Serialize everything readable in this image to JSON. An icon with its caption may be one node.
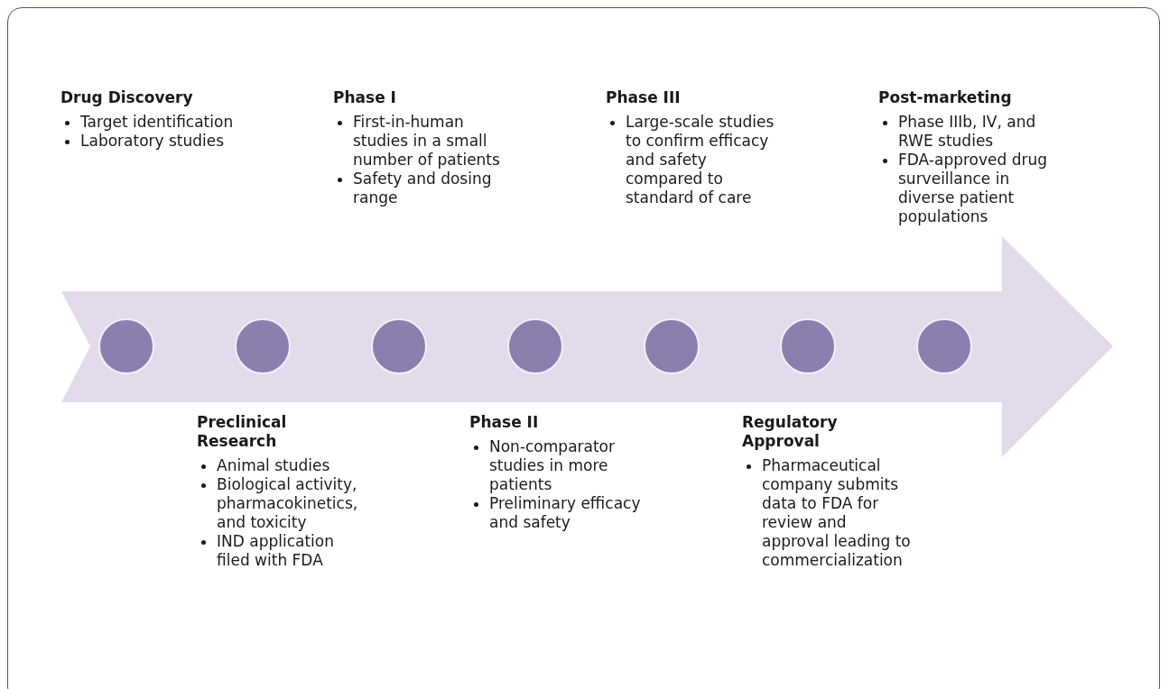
{
  "diagram": {
    "nodes": [
      {
        "text": [],
        "shape": "circle",
        "beside": [
          "Drug Discovery",
          "Target identification",
          "Laboratory studies"
        ]
      },
      {
        "text": [],
        "shape": "circle",
        "beside": [
          "Preclinical Research",
          "Animal studies",
          "Biological activity, pharmacokinetics, and toxicity",
          "IND application filed with FDA"
        ]
      },
      {
        "text": [],
        "shape": "circle",
        "beside": [
          "Phase I",
          "First-in-human studies in a small number of patients",
          "Safety and dosing range"
        ]
      },
      {
        "text": [],
        "shape": "circle",
        "beside": [
          "Phase II",
          "Non-comparator studies in more patients",
          "Preliminary efficacy and safety"
        ]
      },
      {
        "text": [],
        "shape": "circle",
        "beside": [
          "Phase III",
          "Large-scale studies to confirm efficacy and safety compared to standard of care"
        ]
      },
      {
        "text": [],
        "shape": "circle",
        "beside": [
          "Regulatory Approval",
          "Pharmaceutical company submits data to FDA for review and approval leading to commercialization"
        ]
      },
      {
        "text": [],
        "shape": "circle",
        "beside": [
          "Post-marketing",
          "Phase IIIb, IV, and RWE studies",
          "FDA-approved drug surveillance in diverse patient populations"
        ]
      }
    ],
    "edges": []
  }
}
